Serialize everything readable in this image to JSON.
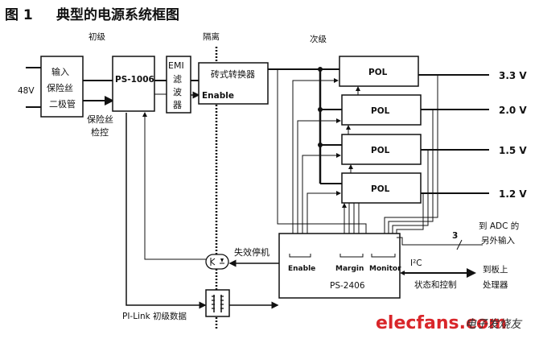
{
  "figure": {
    "title_number": "图 1",
    "title_text": "典型的电源系统框图"
  },
  "sections": {
    "primary": "初级",
    "isolation": "隔离",
    "secondary": "次级"
  },
  "input": {
    "voltage": "48V"
  },
  "blocks": {
    "input_fuse": [
      "输入",
      "保险丝",
      "二极管"
    ],
    "ps1006": "PS-1006",
    "emi_filter": [
      "EMI",
      "滤",
      "波",
      "器"
    ],
    "brick_converter": "砖式转换器",
    "brick_enable": "Enable",
    "pol": [
      "POL",
      "POL",
      "POL",
      "POL"
    ],
    "ps2406": "PS-2406",
    "ps2406_ports": [
      "Enable",
      "Margin",
      "Monitor"
    ]
  },
  "outputs": [
    "3.3 V",
    "2.0 V",
    "1.5 V",
    "1.2 V"
  ],
  "labels": {
    "fuse_monitor": [
      "保险丝",
      "检控"
    ],
    "failure_shutdown": "失效停机",
    "pi_link": "PI-Link 初级数据",
    "adc_count": "3",
    "adc_input": [
      "到 ADC 的",
      "另外输入"
    ],
    "i2c": "I²C",
    "status_control": "状态和控制",
    "to_processor": [
      "到板上",
      "处理器"
    ]
  },
  "icons": {
    "optocoupler": "optocoupler-icon",
    "transformer": "transformer-icon"
  },
  "watermark": {
    "site": "elecfans.com",
    "cn": "电子发烧友"
  },
  "colors": {
    "line": "#111111",
    "watermark_red": "#d9262a"
  }
}
